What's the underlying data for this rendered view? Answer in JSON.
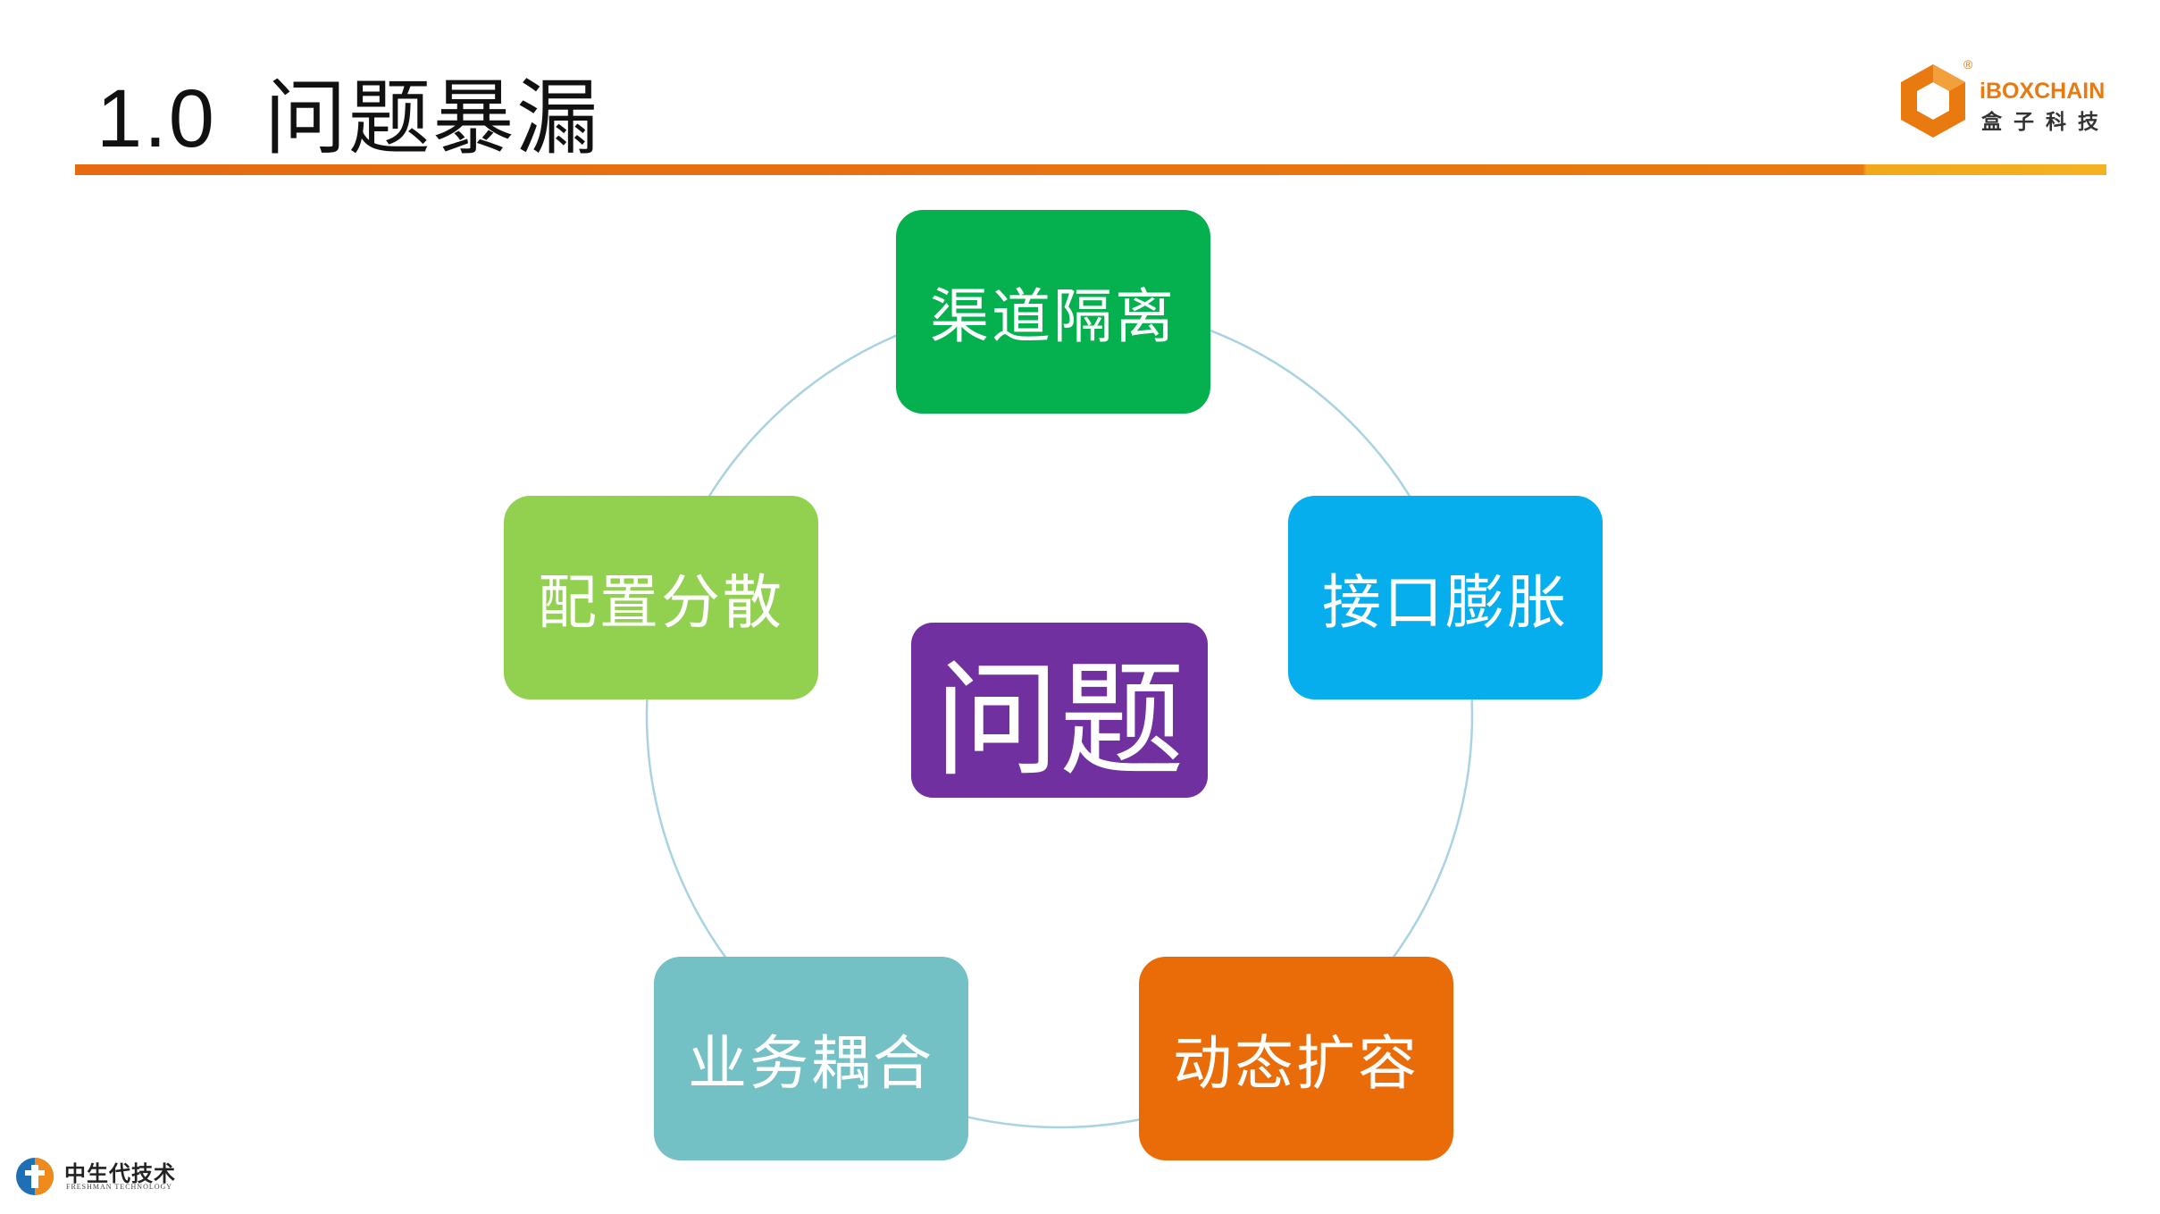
{
  "slide": {
    "title_number": "1.0",
    "title_text": "问题暴漏"
  },
  "brand": {
    "name_en": "iBOXCHAIN",
    "name_cn": "盒子科技",
    "registered_mark": "®",
    "accent_color": "#e97a10"
  },
  "diagram": {
    "center_label": "问题",
    "nodes": [
      {
        "label": "渠道隔离",
        "color": "#05b04f"
      },
      {
        "label": "接口膨胀",
        "color": "#06aeee"
      },
      {
        "label": "动态扩容",
        "color": "#ea6c08"
      },
      {
        "label": "业务耦合",
        "color": "#73c0c5"
      },
      {
        "label": "配置分散",
        "color": "#92d050"
      }
    ],
    "center_color": "#7030a0"
  },
  "footer": {
    "name_cn": "中生代技术",
    "name_en": "FRESHMAN TECHNOLOGY"
  }
}
